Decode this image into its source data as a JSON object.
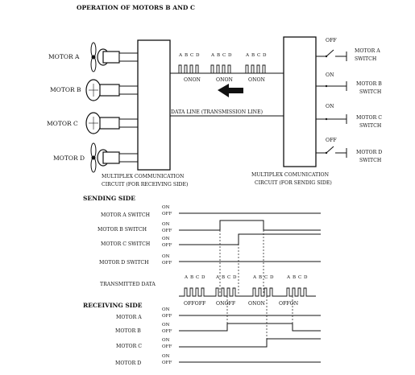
{
  "title": "OPERATION OF MOTORS B AND C",
  "motors": [
    "MOTOR A",
    "MOTOR B",
    "MOTOR C",
    "MOTOR D"
  ],
  "switches": [
    {
      "label": [
        "MOTOR A",
        "SWITCH"
      ],
      "state": "OFF"
    },
    {
      "label": [
        "MOTOR B",
        "SWITCH"
      ],
      "state": "ON"
    },
    {
      "label": [
        "MOTOR C",
        "SWITCH"
      ],
      "state": "ON"
    },
    {
      "label": [
        "MOTOR D",
        "SWITCH"
      ],
      "state": "OFF"
    }
  ],
  "receiver_caption": [
    "MULTIPLEX COMMUNICATION",
    "CIRCUIT (FOR RECEIVING SIDE)"
  ],
  "sender_caption": [
    "MULTIPLEX COMUNICATION",
    "CIRCUIT (FOR SENDIG SIDE)"
  ],
  "data_line_label": "DATA LINE (TRANSMISSION LINE)",
  "frame_letters": [
    "A",
    "B",
    "C",
    "D"
  ],
  "line_packets": [
    "ONON",
    "ONON",
    "ONON"
  ],
  "sending_side": {
    "heading": "SENDING SIDE",
    "rows": [
      {
        "label": "MOTOR A SWITCH",
        "on": "ON",
        "off": "OFF"
      },
      {
        "label": "MOTOR B SWITCH",
        "on": "ON",
        "off": "OFF"
      },
      {
        "label": "MOTOR C SWITCH",
        "on": "ON",
        "off": "OFF"
      },
      {
        "label": "MOTOR D SWITCH",
        "on": "ON",
        "off": "OFF"
      }
    ]
  },
  "transmitted": {
    "label": "TRANSMITTED DATA",
    "packets": [
      "OFFOFF",
      "ONOFF",
      "ONON",
      "OFFON"
    ]
  },
  "receiving_side": {
    "heading": "RECEIVING SIDE",
    "rows": [
      {
        "label": "MOTOR A",
        "on": "ON",
        "off": "OFF"
      },
      {
        "label": "MOTOR B",
        "on": "ON",
        "off": "OFF"
      },
      {
        "label": "MOTOR C",
        "on": "ON",
        "off": "OFF"
      },
      {
        "label": "MOTOR D",
        "on": "ON",
        "off": "OFF"
      }
    ]
  }
}
